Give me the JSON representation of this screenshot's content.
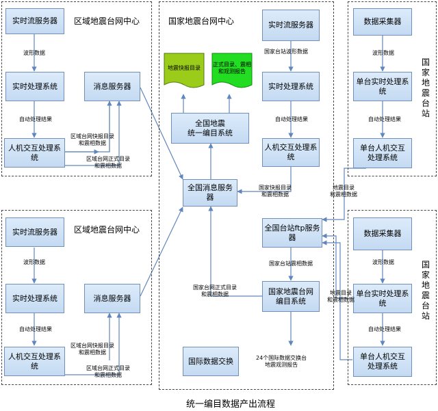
{
  "regions": {
    "regional_top": {
      "title": "区域地震台网中心"
    },
    "national_center": {
      "title": "国家地震台网中心"
    },
    "regional_bottom": {
      "title": "区域地震台网中心"
    },
    "station_top": {
      "title": "国家地震台站"
    },
    "station_bottom": {
      "title": "国家地震台站"
    }
  },
  "boxes": {
    "rt_realtime_stream": "实时流服务器",
    "rt_realtime_proc": "实时处理系统",
    "rt_message": "消息服务器",
    "rt_interactive": "人机交互处理系统",
    "rb_realtime_stream": "实时流服务器",
    "rb_realtime_proc": "实时处理系统",
    "rb_message": "消息服务器",
    "rb_interactive": "人机交互处理系统",
    "nc_realtime_stream": "实时流服务器",
    "nc_realtime_proc": "实时处理系统",
    "nc_interactive": "人机交互处理系统",
    "nc_unified_catalog_1": "全国地震",
    "nc_unified_catalog_2": "统一编目系统",
    "nc_national_message": "全国消息服务器",
    "nc_ftp_server": "全国台站ftp服务器",
    "nc_network_catalog_1": "国家地震台网",
    "nc_network_catalog_2": "编目系统",
    "nc_intl_exchange": "国际数据交换",
    "st_acquisition": "数据采集器",
    "st_realtime_proc": "单台实时处理系统",
    "st_interactive_1": "单台人机交互",
    "st_interactive_2": "处理系统",
    "sb_acquisition": "数据采集器",
    "sb_realtime_proc": "单台实时处理系统",
    "sb_interactive_1": "单台人机交互",
    "sb_interactive_2": "处理系统"
  },
  "documents": {
    "quick_catalog": "地震快报目录",
    "formal_catalog_1": "正式目录、震相",
    "formal_catalog_2": "和观测报告"
  },
  "labels": {
    "rt_waveform": "波形数据",
    "rt_auto_result": "自动处理结果",
    "rt_quick_1": "区域台网快报目录",
    "rt_quick_2": "和震相数据",
    "rt_formal_1": "区域台网正式目录",
    "rt_formal_2": "和震相数据",
    "rb_waveform": "波形数据",
    "rb_auto_result": "自动处理结果",
    "rb_quick_1": "区域台网快报目录",
    "rb_quick_2": "和震相数据",
    "rb_formal_1": "区域台网正式目录",
    "rb_formal_2": "和震相数据",
    "nc_station_waveform": "国家台站波形数据",
    "nc_auto_result": "自动处理结果",
    "nc_quick_1": "国家快报目录",
    "nc_quick_2": "和震相数据",
    "nc_phase_data": "国家台站震相数据",
    "nc_formal_1": "国家台网正式目录",
    "nc_formal_2": "和震相数据",
    "nc_exchange_1": "24个国际数据交换台",
    "nc_exchange_2": "地震观测报告",
    "st_waveform": "波形数据",
    "st_auto_result": "自动处理结果",
    "st_catalog_1": "地震目录",
    "st_catalog_2": "和震相数据",
    "sb_waveform": "波形数据",
    "sb_auto_result": "自动处理结果",
    "sb_catalog_1": "地震目录",
    "sb_catalog_2": "和震相数据"
  },
  "caption": "统一编目数据产出流程",
  "colors": {
    "box_fill_top": "#dcebfa",
    "box_fill_bottom": "#c4daf2",
    "box_border": "#6f8fb8",
    "arrow": "#5f86bd",
    "doc_quick": "#9ccc1a",
    "doc_formal": "#22dd22"
  }
}
